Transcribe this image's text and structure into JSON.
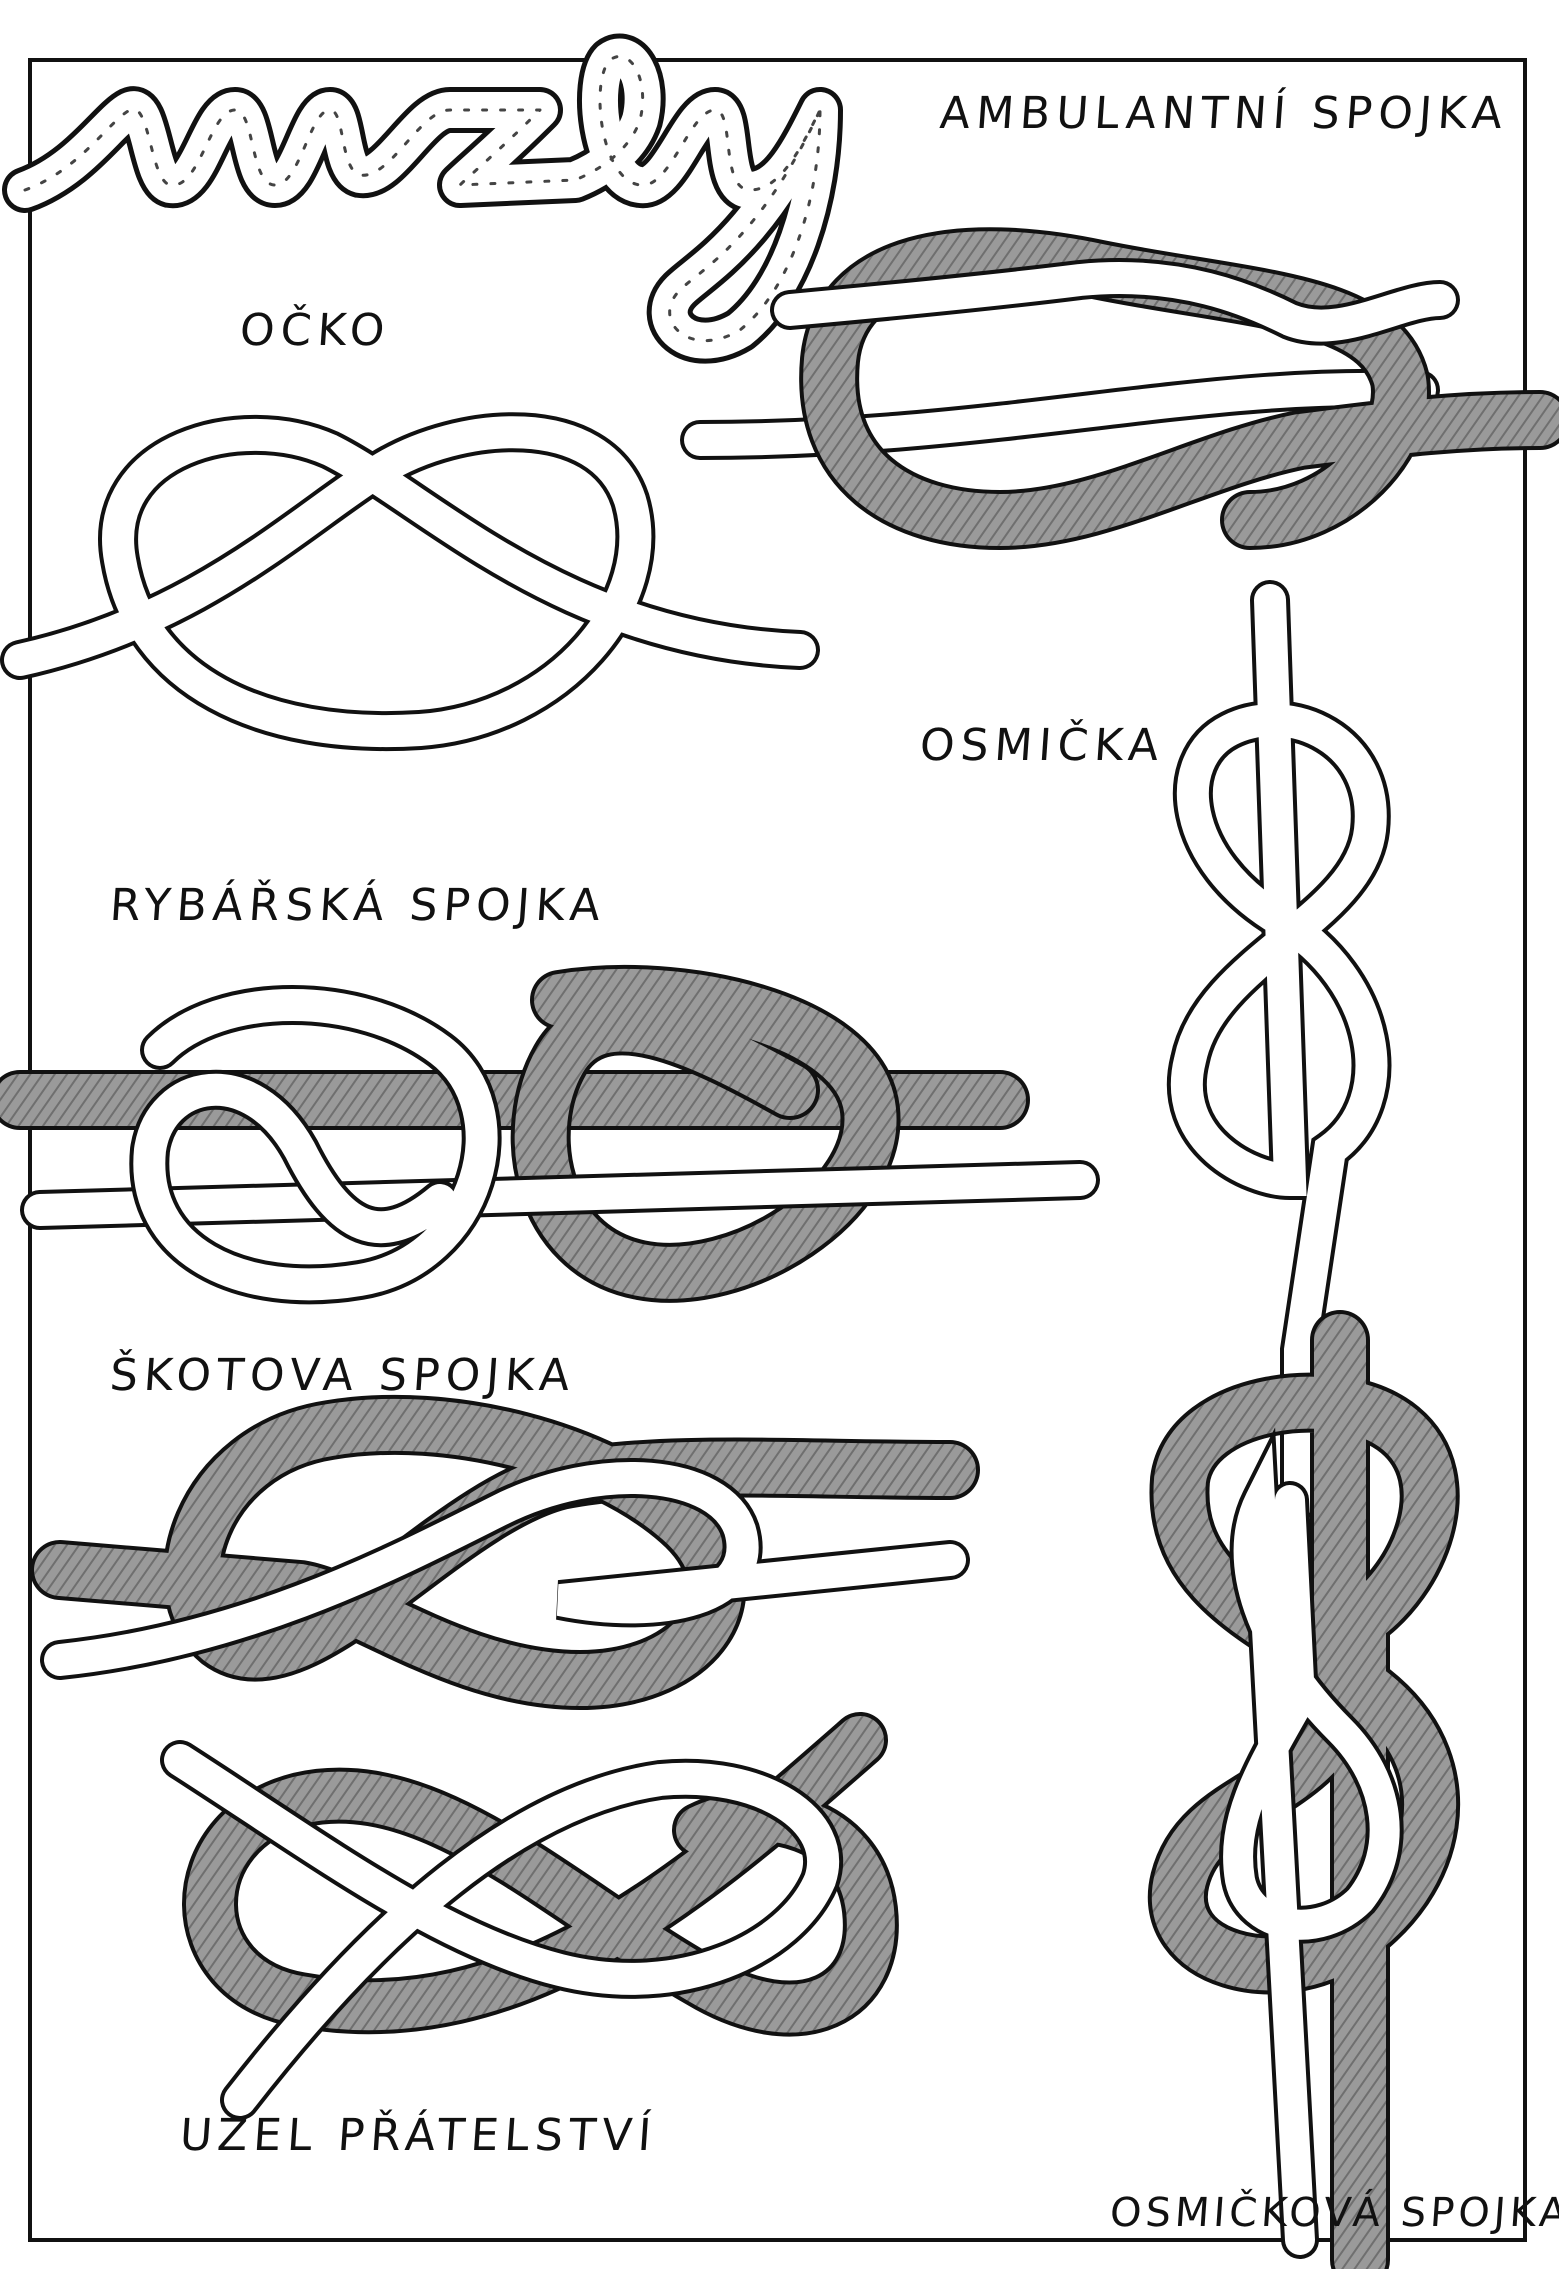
{
  "title": "uzly",
  "colors": {
    "ink": "#111111",
    "rope": "#ffffff",
    "shade": "#8e8e8e"
  },
  "labels": {
    "ambulantni": "AMBULANTNÍ SPOJKA",
    "ocko": "OČKO",
    "osmicka": "OSMIČKA",
    "rybarska": "RYBÁŘSKÁ SPOJKA",
    "skotova": "ŠKOTOVA SPOJKA",
    "pratelstvi": "UZEL PŘÁTELSTVÍ",
    "osmickova": "OSMIČKOVÁ SPOJKA"
  }
}
